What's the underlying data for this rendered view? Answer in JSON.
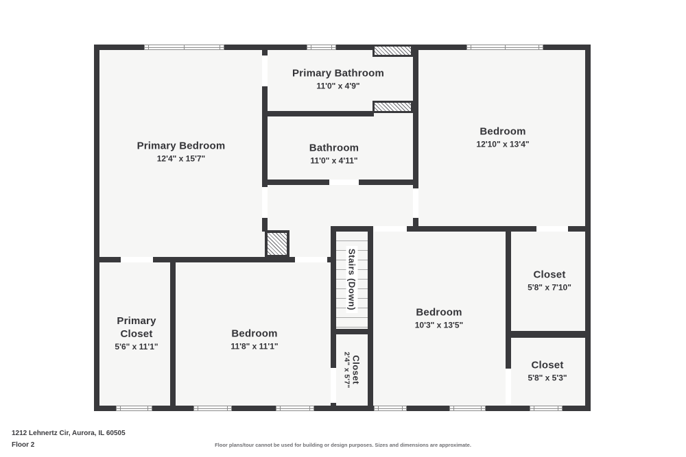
{
  "meta": {
    "address": "1212 Lehnertz Cir, Aurora, IL 60505",
    "floor_label": "Floor 2",
    "disclaimer": "Floor plans/tour cannot be used for building or design purposes. Sizes and dimensions are approximate."
  },
  "palette": {
    "wall": "#39393c",
    "floor": "#f6f6f5",
    "background": "#ffffff",
    "text": "#343438"
  },
  "rooms": [
    {
      "id": "primary-bedroom",
      "name": "Primary Bedroom",
      "dims": "12'4\" x 15'7\""
    },
    {
      "id": "primary-bathroom",
      "name": "Primary Bathroom",
      "dims": "11'0\" x 4'9\""
    },
    {
      "id": "bathroom",
      "name": "Bathroom",
      "dims": "11'0\" x 4'11\""
    },
    {
      "id": "bedroom-top-right",
      "name": "Bedroom",
      "dims": "12'10\" x 13'4\""
    },
    {
      "id": "stairs",
      "name": "Stairs (Down)",
      "dims": ""
    },
    {
      "id": "closet-small",
      "name": "Closet",
      "dims": "2'4\" x 5'7\""
    },
    {
      "id": "bedroom-bottom-middle",
      "name": "Bedroom",
      "dims": "11'8\" x 11'1\""
    },
    {
      "id": "bedroom-bottom-right",
      "name": "Bedroom",
      "dims": "10'3\" x 13'5\""
    },
    {
      "id": "closet-right-top",
      "name": "Closet",
      "dims": "5'8\" x 7'10\""
    },
    {
      "id": "closet-right-bottom",
      "name": "Closet",
      "dims": "5'8\" x 5'3\""
    },
    {
      "id": "primary-closet",
      "name": "Primary Closet",
      "dims": "5'6\" x 11'1\""
    }
  ]
}
